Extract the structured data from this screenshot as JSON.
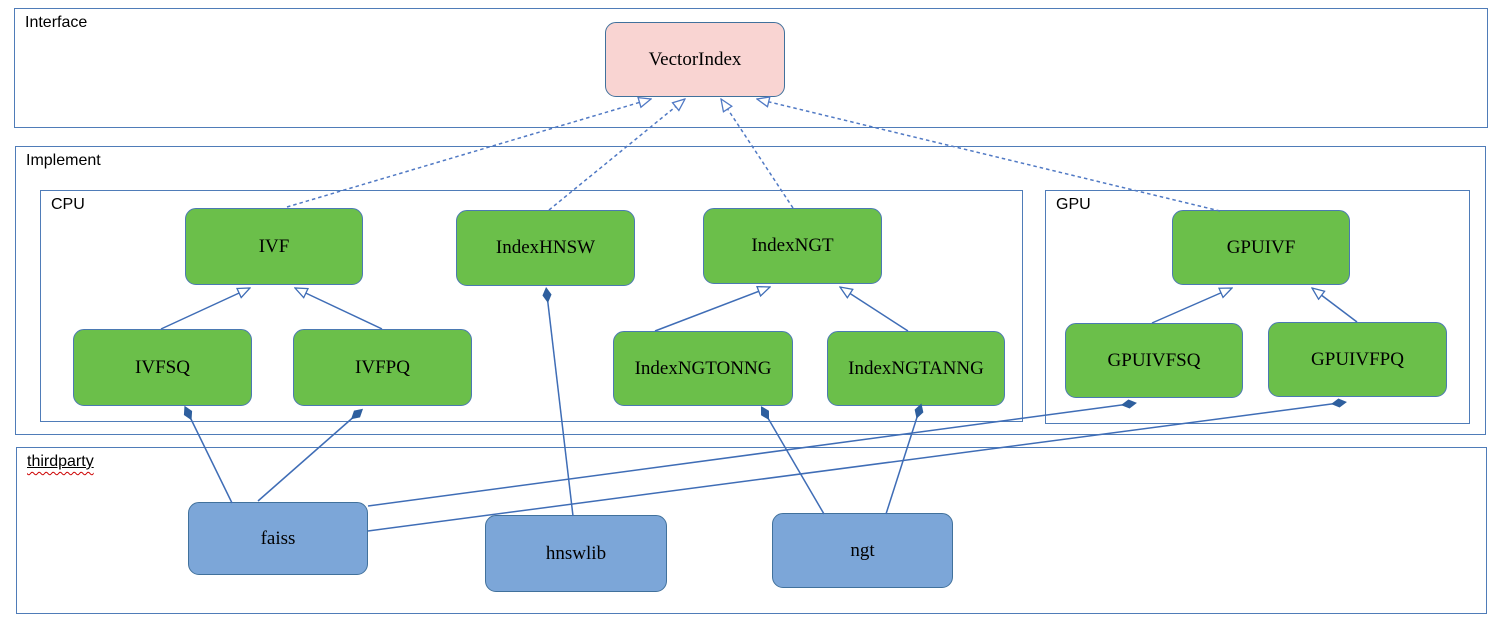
{
  "palette": {
    "background": "#ffffff",
    "container_border": "#4f7cb8",
    "node_green_fill": "#6bbf4a",
    "node_blue_fill": "#7ca6d8",
    "node_pink_fill": "#f9d4d2",
    "node_border": "#41719c",
    "connector": "#3f6db6",
    "diamond_fill": "#2e5f9e",
    "spellcheck_squiggle": "#cc0000",
    "text": "#000000"
  },
  "containers": {
    "interface": {
      "label": "Interface"
    },
    "implement": {
      "label": "Implement"
    },
    "cpu": {
      "label": "CPU"
    },
    "gpu": {
      "label": "GPU"
    },
    "thirdparty": {
      "label": "thirdparty",
      "spellcheck_squiggle": true,
      "underlined": true
    }
  },
  "nodes": {
    "vectorindex": {
      "label": "VectorIndex",
      "fill": "pink",
      "group": "Interface"
    },
    "ivf": {
      "label": "IVF",
      "fill": "green",
      "group": "CPU"
    },
    "indexhnsw": {
      "label": "IndexHNSW",
      "fill": "green",
      "group": "CPU"
    },
    "indexngt": {
      "label": "IndexNGT",
      "fill": "green",
      "group": "CPU"
    },
    "ivfsq": {
      "label": "IVFSQ",
      "fill": "green",
      "group": "CPU"
    },
    "ivfpq": {
      "label": "IVFPQ",
      "fill": "green",
      "group": "CPU"
    },
    "indexngtonng": {
      "label": "IndexNGTONNG",
      "fill": "green",
      "group": "CPU"
    },
    "indexngtanng": {
      "label": "IndexNGTANNG",
      "fill": "green",
      "group": "CPU"
    },
    "gpuivf": {
      "label": "GPUIVF",
      "fill": "green",
      "group": "GPU"
    },
    "gpuivfsq": {
      "label": "GPUIVFSQ",
      "fill": "green",
      "group": "GPU"
    },
    "gpuivfpq": {
      "label": "GPUIVFPQ",
      "fill": "green",
      "group": "GPU"
    },
    "faiss": {
      "label": "faiss",
      "fill": "blue",
      "group": "thirdparty"
    },
    "hnswlib": {
      "label": "hnswlib",
      "fill": "blue",
      "group": "thirdparty"
    },
    "ngt": {
      "label": "ngt",
      "fill": "blue",
      "group": "thirdparty"
    }
  },
  "edges": [
    {
      "from": "IVF",
      "to": "VectorIndex",
      "relation": "realization",
      "line": "dashed",
      "end_marker": "open-triangle"
    },
    {
      "from": "IndexHNSW",
      "to": "VectorIndex",
      "relation": "realization",
      "line": "dashed",
      "end_marker": "open-triangle"
    },
    {
      "from": "IndexNGT",
      "to": "VectorIndex",
      "relation": "realization",
      "line": "dashed",
      "end_marker": "open-triangle"
    },
    {
      "from": "GPUIVF",
      "to": "VectorIndex",
      "relation": "realization",
      "line": "dashed",
      "end_marker": "open-triangle"
    },
    {
      "from": "IVFSQ",
      "to": "IVF",
      "relation": "generalization",
      "line": "solid",
      "end_marker": "open-triangle"
    },
    {
      "from": "IVFPQ",
      "to": "IVF",
      "relation": "generalization",
      "line": "solid",
      "end_marker": "open-triangle"
    },
    {
      "from": "IndexNGTONNG",
      "to": "IndexNGT",
      "relation": "generalization",
      "line": "solid",
      "end_marker": "open-triangle"
    },
    {
      "from": "IndexNGTANNG",
      "to": "IndexNGT",
      "relation": "generalization",
      "line": "solid",
      "end_marker": "open-triangle"
    },
    {
      "from": "GPUIVFSQ",
      "to": "GPUIVF",
      "relation": "generalization",
      "line": "solid",
      "end_marker": "open-triangle"
    },
    {
      "from": "GPUIVFPQ",
      "to": "GPUIVF",
      "relation": "generalization",
      "line": "solid",
      "end_marker": "open-triangle"
    },
    {
      "from": "faiss",
      "to": "IVFSQ",
      "relation": "composition",
      "line": "solid",
      "end_marker": "filled-diamond"
    },
    {
      "from": "faiss",
      "to": "IVFPQ",
      "relation": "composition",
      "line": "solid",
      "end_marker": "filled-diamond"
    },
    {
      "from": "faiss",
      "to": "GPUIVFSQ",
      "relation": "composition",
      "line": "solid",
      "end_marker": "filled-diamond"
    },
    {
      "from": "faiss",
      "to": "GPUIVFPQ",
      "relation": "composition",
      "line": "solid",
      "end_marker": "filled-diamond"
    },
    {
      "from": "hnswlib",
      "to": "IndexHNSW",
      "relation": "composition",
      "line": "solid",
      "end_marker": "filled-diamond"
    },
    {
      "from": "ngt",
      "to": "IndexNGTONNG",
      "relation": "composition",
      "line": "solid",
      "end_marker": "filled-diamond"
    },
    {
      "from": "ngt",
      "to": "IndexNGTANNG",
      "relation": "composition",
      "line": "solid",
      "end_marker": "filled-diamond"
    }
  ]
}
